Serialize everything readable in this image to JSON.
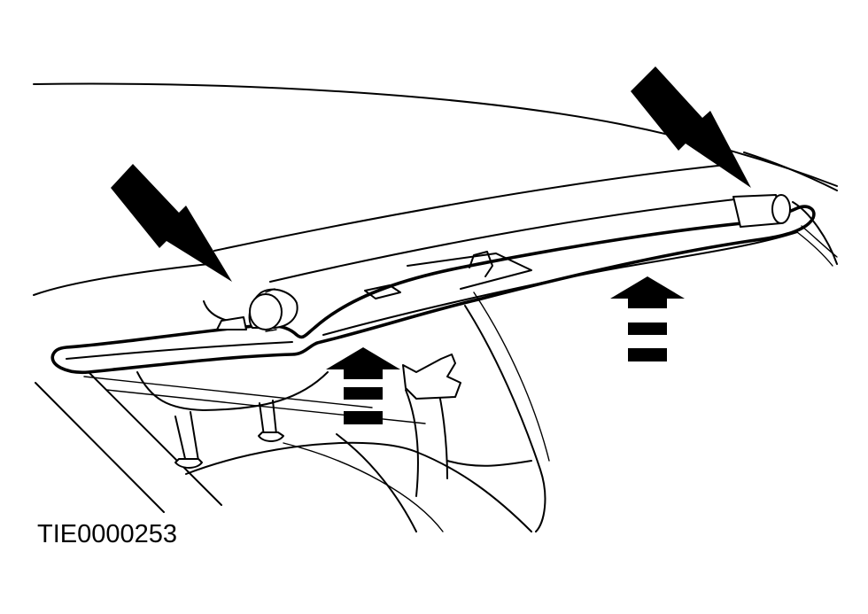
{
  "figure": {
    "reference_code": "TIE0000253",
    "line_color": "#000000",
    "background_color": "#ffffff",
    "callouts": [
      {
        "name": "attachment-point-arrow-left",
        "icon": "diagonal-pointer-arrow"
      },
      {
        "name": "attachment-point-arrow-right",
        "icon": "diagonal-pointer-arrow"
      },
      {
        "name": "lift-direction-arrow-left",
        "icon": "up-arrow-with-bars"
      },
      {
        "name": "lift-direction-arrow-right",
        "icon": "up-arrow-with-bars"
      }
    ]
  }
}
